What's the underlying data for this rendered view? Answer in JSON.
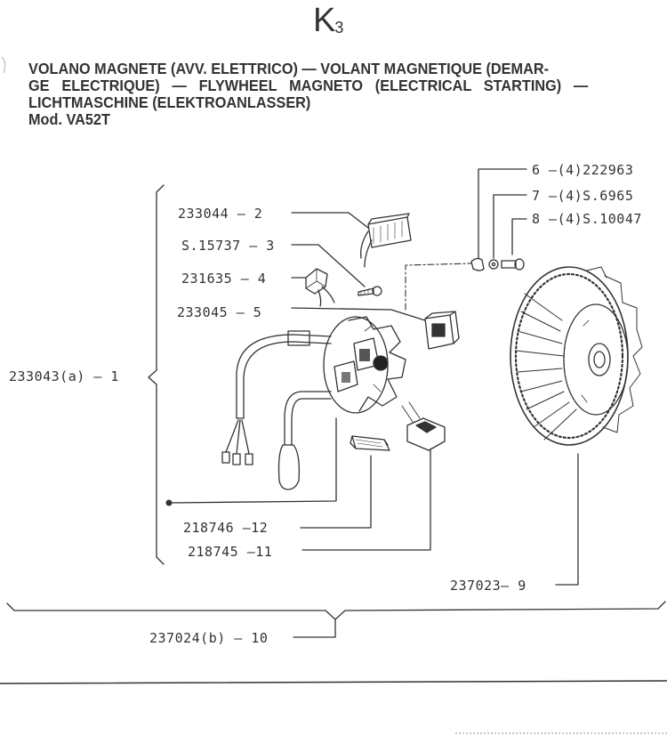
{
  "page": {
    "code": "K",
    "code_sub": "3"
  },
  "title": {
    "line1": "VOLANO MAGNETE (AVV. ELETTRICO) — VOLANT MAGNETIQUE (DEMAR-",
    "line2": "GE ELECTRIQUE) — FLYWHEEL MAGNETO (ELECTRICAL STARTING) —",
    "line3": "LICHTMASCHINE (ELEKTROANLASSER)",
    "model": "Mod. VA52T"
  },
  "parts": [
    {
      "ref": "1",
      "part_no": "233043(a)",
      "label": "233043(a) — 1"
    },
    {
      "ref": "2",
      "part_no": "233044",
      "label": "233044 — 2"
    },
    {
      "ref": "3",
      "part_no": "S.15737",
      "label": "S.15737 — 3"
    },
    {
      "ref": "4",
      "part_no": "231635",
      "label": "231635  — 4"
    },
    {
      "ref": "5",
      "part_no": "233045",
      "label": "233045 — 5"
    },
    {
      "ref": "6",
      "part_no": "(4)222963",
      "label": "6 —(4)222963"
    },
    {
      "ref": "7",
      "part_no": "(4)S.6965",
      "label": "7 —(4)S.6965"
    },
    {
      "ref": "8",
      "part_no": "(4)S.10047",
      "label": "8 —(4)S.10047"
    },
    {
      "ref": "9",
      "part_no": "237023",
      "label": "237023— 9"
    },
    {
      "ref": "10",
      "part_no": "237024(b)",
      "label": "237024(b)  — 10"
    },
    {
      "ref": "11",
      "part_no": "218745",
      "label": "218745 —11"
    },
    {
      "ref": "12",
      "part_no": "218746",
      "label": "218746 —12"
    }
  ],
  "components": {
    "stator": "stator-plate-assembly",
    "flywheel": "flywheel-rotor",
    "coil_2": "ignition-coil",
    "coil_5": "lighting-coil",
    "coil_11": "coil",
    "shoe_12": "pole-shoe",
    "screw_3": "screw",
    "condenser_4": "condenser",
    "washer_6": "lock-washer",
    "washer_7": "washer",
    "bolt_8": "bolt",
    "wire_harness": "cable-harness"
  }
}
